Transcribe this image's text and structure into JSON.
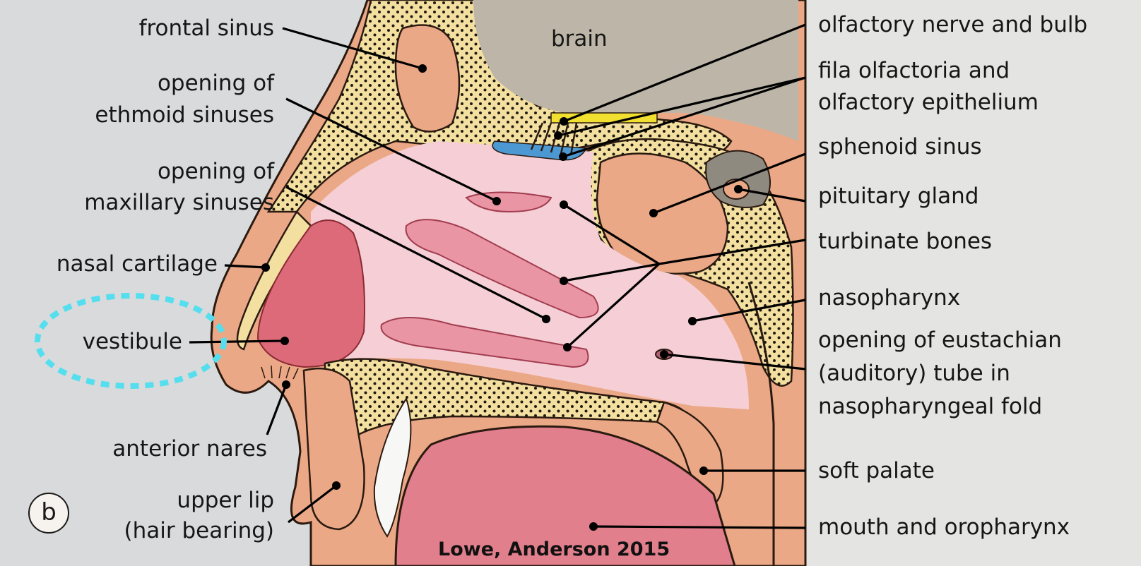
{
  "figure_badge": "b",
  "credit": "Lowe, Anderson 2015",
  "labels": {
    "frontal_sinus": "frontal sinus",
    "ethmoid_1": "opening of",
    "ethmoid_2": "ethmoid sinuses",
    "maxillary_1": "opening of",
    "maxillary_2": "maxillary sinuses",
    "nasal_cartilage": "nasal cartilage",
    "vestibule": "vestibule",
    "anterior_nares": "anterior nares",
    "upper_lip_1": "upper lip",
    "upper_lip_2": "(hair bearing)",
    "brain": "brain",
    "olfactory_nerve": "olfactory nerve and bulb",
    "fila_1": "fila olfactoria and",
    "fila_2": "olfactory epithelium",
    "sphenoid": "sphenoid sinus",
    "pituitary": "pituitary gland",
    "turbinate": "turbinate bones",
    "nasopharynx": "nasopharynx",
    "eustachian_1": "opening of eustachian",
    "eustachian_2": "(auditory) tube in",
    "eustachian_3": "nasopharyngeal fold",
    "soft_palate": "soft palate",
    "mouth": "mouth and oropharynx"
  },
  "colors": {
    "page_background": "#d9dadc",
    "right_panel": "#e4e4e2",
    "bone": "#f3df9f",
    "skin": "#eba887",
    "nasal_cavity": "#f5cfd5",
    "tongue": "#e27f8c",
    "brain": "#bdb6a8",
    "olfactory_bulb": "#f2e030",
    "olfactory_epithelium": "#4c98d2",
    "highlight_circle": "#55dfee"
  }
}
